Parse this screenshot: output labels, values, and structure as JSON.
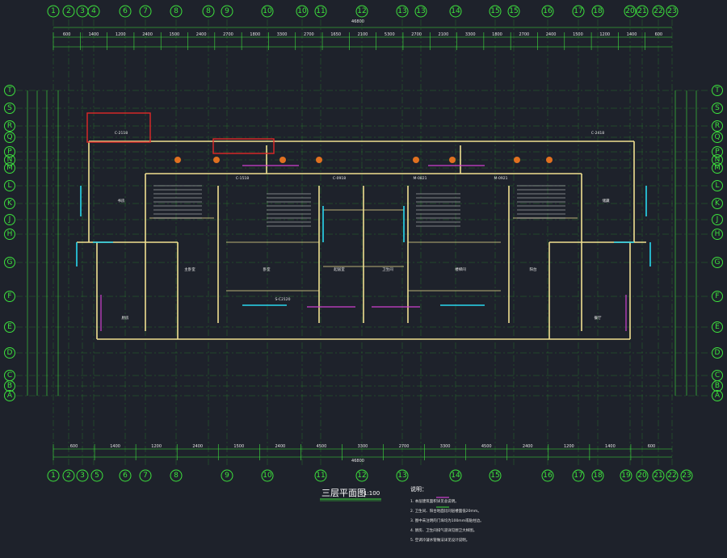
{
  "title": "三层平面图",
  "scale": "1:100",
  "notes_heading": "说明：",
  "columns": [
    {
      "label": "1"
    },
    {
      "label": "2"
    },
    {
      "label": "3"
    },
    {
      "label": "4"
    },
    {
      "label": "6"
    },
    {
      "label": "7"
    },
    {
      "label": "8"
    },
    {
      "label": "8"
    },
    {
      "label": "9"
    },
    {
      "label": "10"
    },
    {
      "label": "10"
    },
    {
      "label": "11"
    },
    {
      "label": "12"
    },
    {
      "label": "13"
    },
    {
      "label": "13"
    },
    {
      "label": "14"
    },
    {
      "label": "15"
    },
    {
      "label": "15"
    },
    {
      "label": "16"
    },
    {
      "label": "17"
    },
    {
      "label": "18"
    },
    {
      "label": "20"
    },
    {
      "label": "21"
    },
    {
      "label": "22"
    },
    {
      "label": "23"
    }
  ],
  "bottom_columns": [
    {
      "label": "1"
    },
    {
      "label": "2"
    },
    {
      "label": "3"
    },
    {
      "label": "5"
    },
    {
      "label": "6"
    },
    {
      "label": "7"
    },
    {
      "label": "8"
    },
    {
      "label": "9"
    },
    {
      "label": "10"
    },
    {
      "label": "11"
    },
    {
      "label": "12"
    },
    {
      "label": "13"
    },
    {
      "label": "14"
    },
    {
      "label": "15"
    },
    {
      "label": "16"
    },
    {
      "label": "17"
    },
    {
      "label": "18"
    },
    {
      "label": "19"
    },
    {
      "label": "20"
    },
    {
      "label": "21"
    },
    {
      "label": "22"
    },
    {
      "label": "23"
    }
  ],
  "rows": [
    {
      "label": "T"
    },
    {
      "label": "S"
    },
    {
      "label": "R"
    },
    {
      "label": "Q"
    },
    {
      "label": "P"
    },
    {
      "label": "N"
    },
    {
      "label": "M"
    },
    {
      "label": "L"
    },
    {
      "label": "K"
    },
    {
      "label": "J"
    },
    {
      "label": "H"
    },
    {
      "label": "G"
    },
    {
      "label": "F"
    },
    {
      "label": "E"
    },
    {
      "label": "D"
    },
    {
      "label": "C"
    },
    {
      "label": "B"
    },
    {
      "label": "A"
    }
  ],
  "top_dimensions": [
    "600",
    "1400",
    "1200",
    "2400",
    "1500",
    "2400",
    "2700",
    "1800",
    "3300",
    "2700",
    "1650",
    "2100",
    "5300",
    "2700",
    "2100",
    "3300",
    "1800",
    "2700",
    "2400",
    "1500",
    "1200",
    "1400",
    "600"
  ],
  "bottom_dimensions": [
    "600",
    "1400",
    "1200",
    "2400",
    "1500",
    "2400",
    "4500",
    "3300",
    "2700",
    "3300",
    "4500",
    "2400",
    "1200",
    "1400",
    "600"
  ],
  "overall_dimension": "46800",
  "room_labels": [
    "主卧室",
    "卧室",
    "起居室",
    "卫生间",
    "楼梯间",
    "阳台",
    "厨房",
    "餐厅",
    "书房",
    "储藏"
  ],
  "window_tags": [
    "C-2118",
    "C-1518",
    "C-0918",
    "M-0821",
    "M-0921",
    "C-2418",
    "S-C2120"
  ],
  "notes": [
    "1. 本层建筑面积详见总说明。",
    "2. 卫生间、阳台地面比同层楼面低20mm。",
    "3. 图中未注明的门垛均为100mm或贴柱边。",
    "4. 厨房、卫生间排气道详见厨卫大样图。",
    "5. 空调冷凝水管做法详见设计说明。"
  ],
  "colors": {
    "background": "#1e222b",
    "axis": "#3de23d",
    "wall": "#f0e090",
    "window": "#28d8f0",
    "accent_magenta": "#d040d0",
    "accent_red": "#e02828"
  }
}
